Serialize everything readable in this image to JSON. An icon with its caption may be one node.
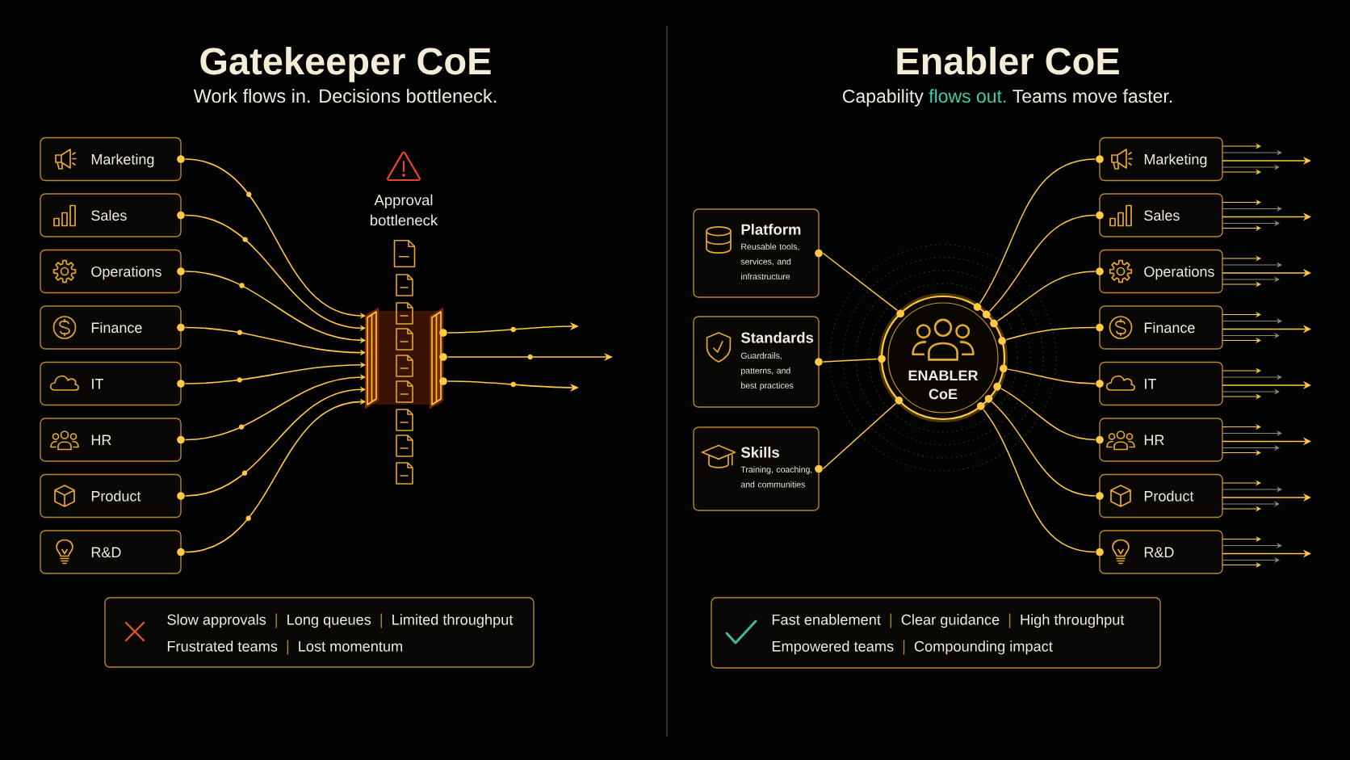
{
  "diagram": {
    "nodes": [
      {
        "text": [
          "Marketing"
        ]
      },
      {
        "text": [
          "Sales"
        ]
      },
      {
        "text": [
          "Operations"
        ]
      },
      {
        "text": [
          "Finance"
        ]
      },
      {
        "text": [
          "IT"
        ]
      },
      {
        "text": [
          "HR"
        ]
      },
      {
        "text": [
          "Product"
        ]
      },
      {
        "text": [
          "R&D"
        ]
      },
      {
        "text": [
          "Approval bottleneck"
        ]
      },
      {
        "text": [
          "Slow approvals",
          "Long queues",
          "Limited throughput",
          "Frustrated teams",
          "Lost momentum"
        ]
      },
      {
        "text": [
          "Platform",
          "Reusable tools, services, and infrastructure"
        ]
      },
      {
        "text": [
          "Standards",
          "Guardrails, patterns, and best practices"
        ]
      },
      {
        "text": [
          "Skills",
          "Training, coaching, and communities"
        ]
      },
      {
        "text": [
          "ENABLER CoE"
        ]
      },
      {
        "text": [
          "Marketing"
        ]
      },
      {
        "text": [
          "Sales"
        ]
      },
      {
        "text": [
          "Operations"
        ]
      },
      {
        "text": [
          "Finance"
        ]
      },
      {
        "text": [
          "IT"
        ]
      },
      {
        "text": [
          "HR"
        ]
      },
      {
        "text": [
          "Product"
        ]
      },
      {
        "text": [
          "R&D"
        ]
      },
      {
        "text": [
          "Fast enablement",
          "Clear guidance",
          "High throughput",
          "Empowered teams",
          "Compounding impact"
        ]
      }
    ],
    "edges": [
      {
        "from": 0,
        "to": 8,
        "arrow": "to"
      },
      {
        "from": 1,
        "to": 8,
        "arrow": "to"
      },
      {
        "from": 2,
        "to": 8,
        "arrow": "to"
      },
      {
        "from": 3,
        "to": 8,
        "arrow": "to"
      },
      {
        "from": 4,
        "to": 8,
        "arrow": "to"
      },
      {
        "from": 5,
        "to": 8,
        "arrow": "to"
      },
      {
        "from": 6,
        "to": 8,
        "arrow": "to"
      },
      {
        "from": 7,
        "to": 8,
        "arrow": "to"
      },
      {
        "from": 8,
        "to": null,
        "arrow": "to"
      },
      {
        "from": 8,
        "to": null,
        "arrow": "to"
      },
      {
        "from": 8,
        "to": null,
        "arrow": "to"
      },
      {
        "from": 10,
        "to": 13,
        "arrow": "none"
      },
      {
        "from": 11,
        "to": 13,
        "arrow": "none"
      },
      {
        "from": 12,
        "to": 13,
        "arrow": "none"
      },
      {
        "from": 13,
        "to": 14,
        "arrow": "none"
      },
      {
        "from": 13,
        "to": 15,
        "arrow": "none"
      },
      {
        "from": 13,
        "to": 16,
        "arrow": "none"
      },
      {
        "from": 13,
        "to": 17,
        "arrow": "none"
      },
      {
        "from": 13,
        "to": 18,
        "arrow": "none"
      },
      {
        "from": 13,
        "to": 19,
        "arrow": "none"
      },
      {
        "from": 13,
        "to": 20,
        "arrow": "none"
      },
      {
        "from": 13,
        "to": 21,
        "arrow": "none"
      },
      {
        "from": 14,
        "to": null,
        "arrow": "to"
      },
      {
        "from": 14,
        "to": null,
        "arrow": "to",
        "color": "#8c8a6e"
      },
      {
        "from": 14,
        "to": null,
        "arrow": "to"
      },
      {
        "from": 14,
        "to": null,
        "arrow": "to",
        "color": "#8c8a6e"
      },
      {
        "from": 14,
        "to": null,
        "arrow": "to"
      },
      {
        "from": 15,
        "to": null,
        "arrow": "to"
      },
      {
        "from": 15,
        "to": null,
        "arrow": "to",
        "color": "#8c8a6e"
      },
      {
        "from": 15,
        "to": null,
        "arrow": "to"
      },
      {
        "from": 15,
        "to": null,
        "arrow": "to",
        "color": "#8c8a6e"
      },
      {
        "from": 15,
        "to": null,
        "arrow": "to"
      },
      {
        "from": 16,
        "to": null,
        "arrow": "to"
      },
      {
        "from": 16,
        "to": null,
        "arrow": "to",
        "color": "#8c8a6e"
      },
      {
        "from": 16,
        "to": null,
        "arrow": "to"
      },
      {
        "from": 16,
        "to": null,
        "arrow": "to",
        "color": "#8c8a6e"
      },
      {
        "from": 16,
        "to": null,
        "arrow": "to"
      },
      {
        "from": 17,
        "to": null,
        "arrow": "to"
      },
      {
        "from": 17,
        "to": null,
        "arrow": "to",
        "color": "#8c8a6e"
      },
      {
        "from": 17,
        "to": null,
        "arrow": "to"
      },
      {
        "from": 17,
        "to": null,
        "arrow": "to",
        "color": "#8c8a6e"
      },
      {
        "from": 17,
        "to": null,
        "arrow": "to"
      },
      {
        "from": 18,
        "to": null,
        "arrow": "to"
      },
      {
        "from": 18,
        "to": null,
        "arrow": "to",
        "color": "#8c8a6e"
      },
      {
        "from": 18,
        "to": null,
        "arrow": "to"
      },
      {
        "from": 18,
        "to": null,
        "arrow": "to",
        "color": "#8c8a6e"
      },
      {
        "from": 18,
        "to": null,
        "arrow": "to"
      },
      {
        "from": 19,
        "to": null,
        "arrow": "to"
      },
      {
        "from": 19,
        "to": null,
        "arrow": "to",
        "color": "#8c8a6e"
      },
      {
        "from": 19,
        "to": null,
        "arrow": "to"
      },
      {
        "from": 19,
        "to": null,
        "arrow": "to",
        "color": "#8c8a6e"
      },
      {
        "from": 19,
        "to": null,
        "arrow": "to"
      },
      {
        "from": 20,
        "to": null,
        "arrow": "to"
      },
      {
        "from": 20,
        "to": null,
        "arrow": "to",
        "color": "#8c8a6e"
      },
      {
        "from": 20,
        "to": null,
        "arrow": "to"
      },
      {
        "from": 20,
        "to": null,
        "arrow": "to",
        "color": "#8c8a6e"
      },
      {
        "from": 20,
        "to": null,
        "arrow": "to"
      },
      {
        "from": 21,
        "to": null,
        "arrow": "to"
      },
      {
        "from": 21,
        "to": null,
        "arrow": "to",
        "color": "#8c8a6e"
      },
      {
        "from": 21,
        "to": null,
        "arrow": "to"
      },
      {
        "from": 21,
        "to": null,
        "arrow": "to",
        "color": "#8c8a6e"
      },
      {
        "from": 21,
        "to": null,
        "arrow": "to"
      }
    ],
    "labels": [
      "Gatekeeper CoE",
      "Work flows in. Decisions bottleneck.",
      "Enabler CoE",
      "Capability",
      "flows out.",
      "Teams move faster."
    ]
  }
}
